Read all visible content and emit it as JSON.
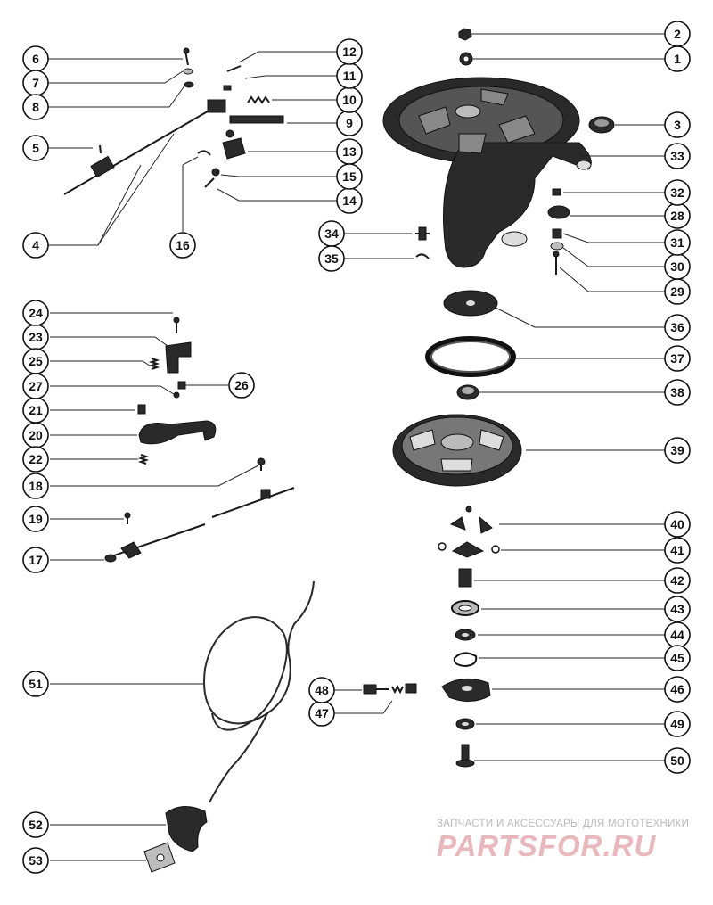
{
  "callouts": [
    "1",
    "2",
    "3",
    "4",
    "5",
    "6",
    "7",
    "8",
    "9",
    "10",
    "11",
    "12",
    "13",
    "14",
    "15",
    "16",
    "17",
    "18",
    "19",
    "20",
    "21",
    "22",
    "23",
    "24",
    "25",
    "26",
    "27",
    "28",
    "29",
    "30",
    "31",
    "32",
    "33",
    "34",
    "35",
    "36",
    "37",
    "38",
    "39",
    "40",
    "41",
    "42",
    "43",
    "44",
    "45",
    "46",
    "47",
    "48",
    "49",
    "50",
    "51",
    "52",
    "53"
  ],
  "watermark": {
    "tagline": "ЗАПЧАСТИ И АКСЕССУАРЫ ДЛЯ МОТОТЕХНИКИ",
    "logo": "PARTSFOR.RU"
  },
  "colors": {
    "ink": "#111111",
    "watermark_logo": "#e9b8bd",
    "watermark_text": "#b9b9b9"
  }
}
